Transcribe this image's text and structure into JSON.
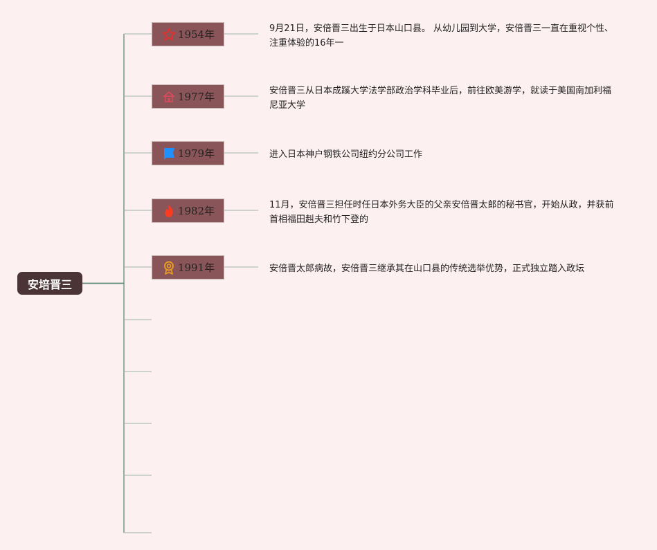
{
  "root": {
    "label": "安培晋三"
  },
  "events": [
    {
      "year": "1954年",
      "icon": "star-icon",
      "icon_color": "#e03030",
      "text": "9月21日，安倍晋三出生于日本山口县。 从幼儿园到大学，安倍晋三一直在重视个性、注重体验的16年一"
    },
    {
      "year": "1977年",
      "icon": "home-icon",
      "icon_color": "#d94a5a",
      "text": "安倍晋三从日本成蹊大学法学部政治学科毕业后，前往欧美游学，就读于美国南加利福尼亚大学"
    },
    {
      "year": "1979年",
      "icon": "flag-icon",
      "icon_color": "#1e90ff",
      "text": "进入日本神户钢铁公司纽约分公司工作"
    },
    {
      "year": "1982年",
      "icon": "flame-icon",
      "icon_color": "#ff3b1f",
      "text": "11月，安倍晋三担任时任日本外务大臣的父亲安倍晋太郎的秘书官，开始从政，并获前首相福田赳夫和竹下登的"
    },
    {
      "year": "1991年",
      "icon": "medal-icon",
      "icon_color": "#f0a020",
      "text": "安倍晋太郎病故，安倍晋三继承其在山口县的传统选举优势，正式独立踏入政坛"
    }
  ],
  "colors": {
    "connector": "#5c8a78",
    "branch": "#9fb5ac",
    "node_fill": "#8a5558",
    "root_fill": "#4a3436",
    "background": "#fdf0f0"
  }
}
